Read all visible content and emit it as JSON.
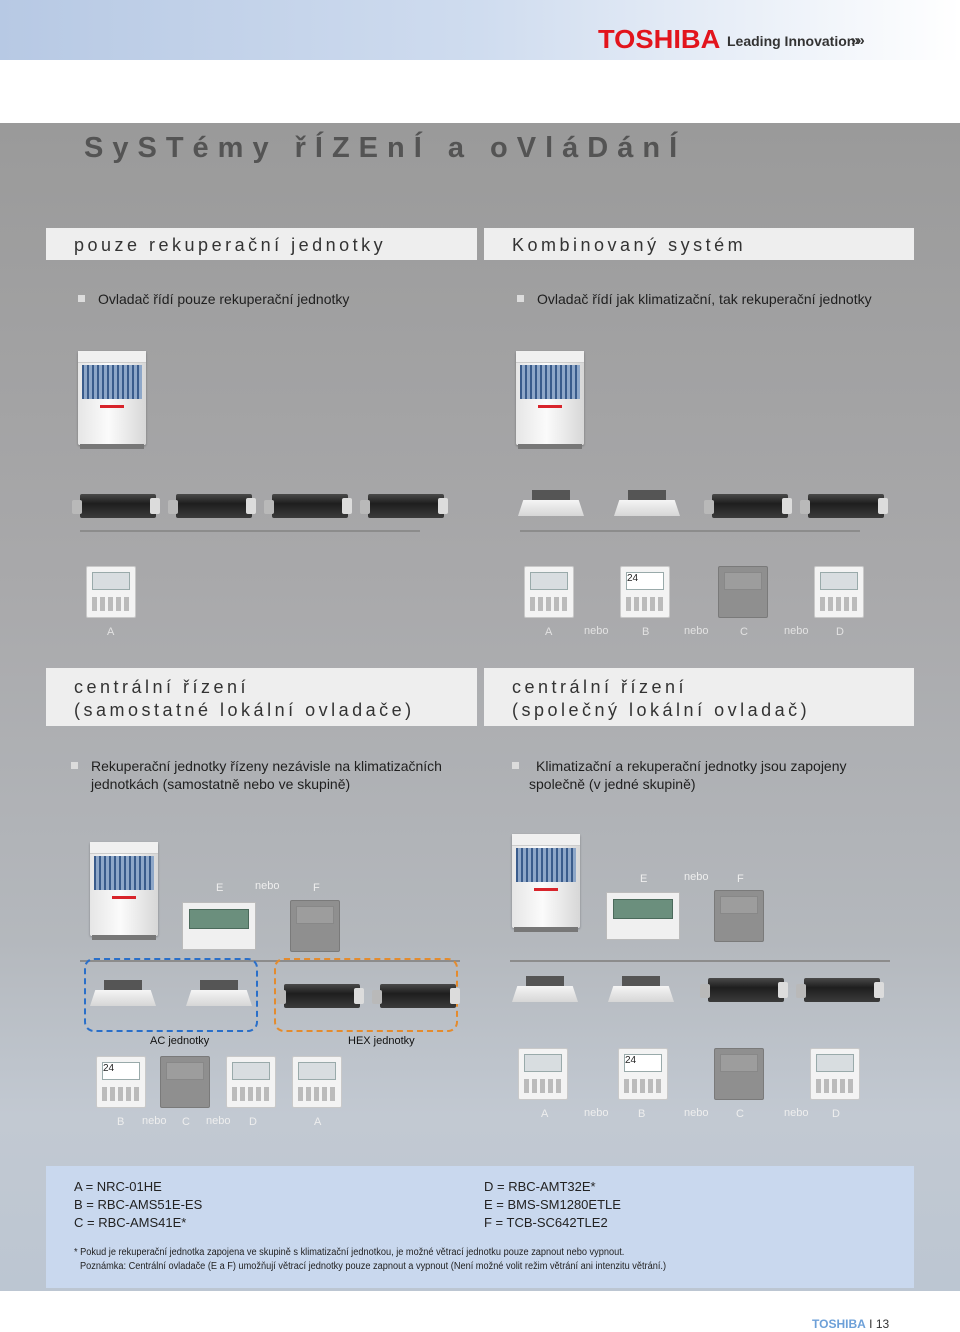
{
  "header": {
    "brand": "TOSHIBA",
    "tagline": "Leading Innovation"
  },
  "title": "SySTémy řÍZEnÍ a oVláDánÍ",
  "sections": {
    "s1": {
      "heading": "pouze rekuperační jednotky",
      "bullet": "Ovladač řídí pouze rekuperační jednotky"
    },
    "s2": {
      "heading": "Kombinovaný systém",
      "bullet": "Ovladač řídí jak klimatizační, tak rekuperační jednotky"
    },
    "s3": {
      "heading1": "centrální řízení",
      "heading2": "(samostatné lokální ovladače)",
      "bullet1": "Rekuperační jednotky řízeny nezávisle na klimatizačních",
      "bullet2": "jednotkách (samostatně nebo ve skupině)"
    },
    "s4": {
      "heading1": "centrální řízení",
      "heading2": "(společný lokální ovladač)",
      "bullet1": "Klimatizační a rekuperační jednotky jsou zapojeny",
      "bullet2": "společně (v jedné skupině)"
    }
  },
  "labels": {
    "A": "A",
    "B": "B",
    "C": "C",
    "D": "D",
    "E": "E",
    "F": "F",
    "or": "nebo",
    "ac_units": "AC jednotky",
    "hex_units": "HEX jednotky",
    "display_temp": "24"
  },
  "legend": {
    "left": [
      "A = NRC-01HE",
      "B = RBC-AMS51E-ES",
      "C = RBC-AMS41E*"
    ],
    "right": [
      "D = RBC-AMT32E*",
      "E = BMS-SM1280ETLE",
      "F = TCB-SC642TLE2"
    ],
    "note1": "* Pokud je rekuperační jednotka zapojena ve skupině s klimatizační jednotkou, je možné větrací jednotku pouze zapnout nebo vypnout.",
    "note2": "Poznámka: Centrální ovladače (E a F) umožňují větrací jednotky pouze zapnout a vypnout (Není možné volit režim větrání ani intenzitu větrání.)"
  },
  "footer": {
    "brand": "TOSHIBA",
    "sep": "I",
    "page": "13"
  }
}
